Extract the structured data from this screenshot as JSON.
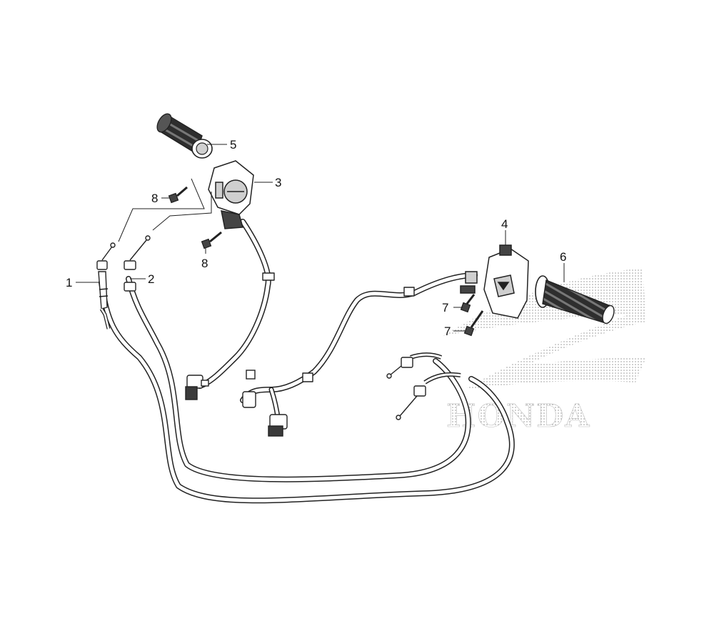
{
  "diagram": {
    "type": "exploded parts diagram",
    "watermark": {
      "text": "HONDA",
      "emblem": "wing-icon"
    },
    "callouts": [
      {
        "id": "c1",
        "label": "1",
        "part": "throttle-cable-a"
      },
      {
        "id": "c2",
        "label": "2",
        "part": "throttle-cable-b"
      },
      {
        "id": "c3",
        "label": "3",
        "part": "left-handlebar-switch"
      },
      {
        "id": "c4",
        "label": "4",
        "part": "right-handlebar-switch"
      },
      {
        "id": "c5",
        "label": "5",
        "part": "left-grip"
      },
      {
        "id": "c6",
        "label": "6",
        "part": "right-grip"
      },
      {
        "id": "c7a",
        "label": "7",
        "part": "right-switch-bolt-upper"
      },
      {
        "id": "c7b",
        "label": "7",
        "part": "right-switch-bolt-lower"
      },
      {
        "id": "c8a",
        "label": "8",
        "part": "left-switch-bolt-upper"
      },
      {
        "id": "c8b",
        "label": "8",
        "part": "left-switch-bolt-lower"
      }
    ]
  }
}
